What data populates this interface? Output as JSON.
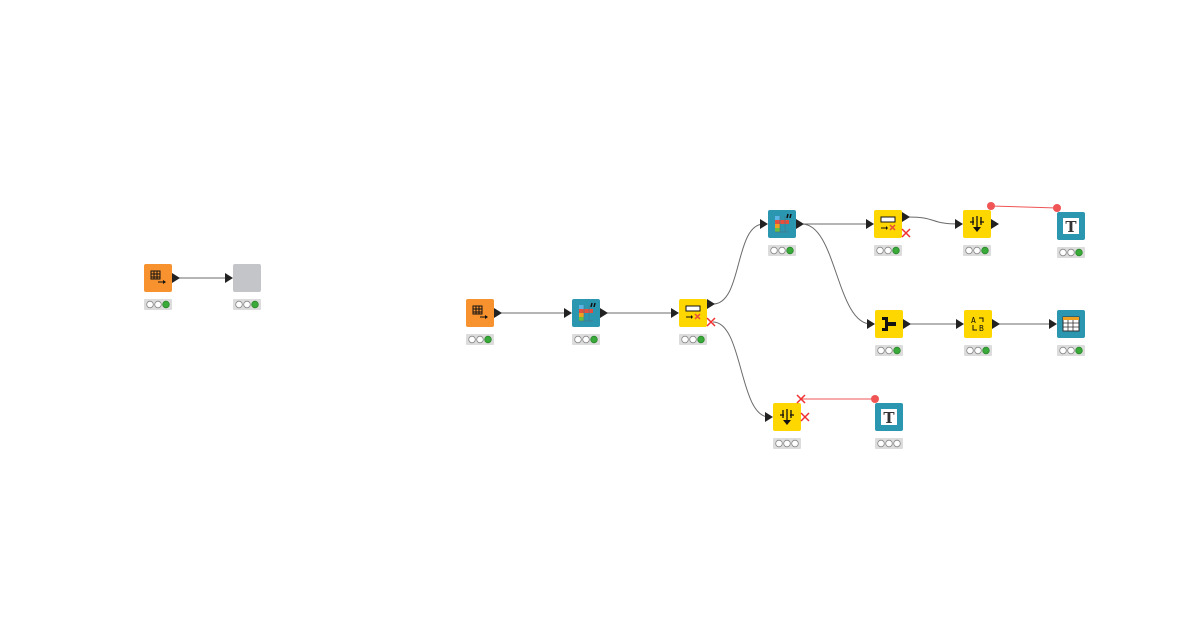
{
  "colors": {
    "source": "#f7922e",
    "manipulator": "#ffd700",
    "view": "#2a96b0",
    "missing": "#c3c5c8",
    "connection": "#6b6b6b",
    "flow_variable": "#f05454",
    "status_green": "#3aaa3a",
    "status_bar": "#dcdcdc"
  },
  "nodes": [
    {
      "id": "a1",
      "kind": "source",
      "icon": "table-reader-icon",
      "status": "executed"
    },
    {
      "id": "a2",
      "kind": "missing",
      "icon": "missing-node-icon",
      "status": "executed"
    },
    {
      "id": "b1",
      "kind": "source",
      "icon": "table-reader-icon",
      "status": "executed"
    },
    {
      "id": "b2",
      "kind": "view",
      "icon": "color-manager-icon",
      "status": "executed"
    },
    {
      "id": "b3",
      "kind": "manipulator",
      "icon": "row-filter-icon",
      "status": "executed"
    },
    {
      "id": "c1",
      "kind": "view",
      "icon": "color-manager-icon",
      "status": "executed"
    },
    {
      "id": "c2",
      "kind": "manipulator",
      "icon": "row-filter-icon",
      "status": "executed"
    },
    {
      "id": "c3",
      "kind": "manipulator",
      "icon": "column-filter-icon",
      "status": "executed"
    },
    {
      "id": "c4",
      "kind": "view",
      "icon": "text-output-icon",
      "status": "executed"
    },
    {
      "id": "d1",
      "kind": "manipulator",
      "icon": "joiner-icon",
      "status": "executed"
    },
    {
      "id": "d2",
      "kind": "manipulator",
      "icon": "column-rename-icon",
      "status": "executed"
    },
    {
      "id": "d3",
      "kind": "view",
      "icon": "table-view-icon",
      "status": "executed"
    },
    {
      "id": "e1",
      "kind": "manipulator",
      "icon": "column-filter-icon",
      "status": "idle"
    },
    {
      "id": "e2",
      "kind": "view",
      "icon": "text-output-icon",
      "status": "idle"
    }
  ],
  "connections": [
    {
      "from": "a1",
      "to": "a2",
      "type": "data"
    },
    {
      "from": "b1",
      "to": "b2",
      "type": "data"
    },
    {
      "from": "b2",
      "to": "b3",
      "type": "data"
    },
    {
      "from": "b3",
      "to": "c1",
      "type": "data"
    },
    {
      "from": "b3",
      "to": "e1",
      "type": "data",
      "port": "second"
    },
    {
      "from": "c1",
      "to": "c2",
      "type": "data"
    },
    {
      "from": "c1",
      "to": "d1",
      "type": "data"
    },
    {
      "from": "c2",
      "to": "c3",
      "type": "data"
    },
    {
      "from": "d1",
      "to": "d2",
      "type": "data"
    },
    {
      "from": "d2",
      "to": "d3",
      "type": "data"
    },
    {
      "from": "c3",
      "to": "c4",
      "type": "flow_variable"
    },
    {
      "from": "e1",
      "to": "e2",
      "type": "flow_variable"
    }
  ]
}
